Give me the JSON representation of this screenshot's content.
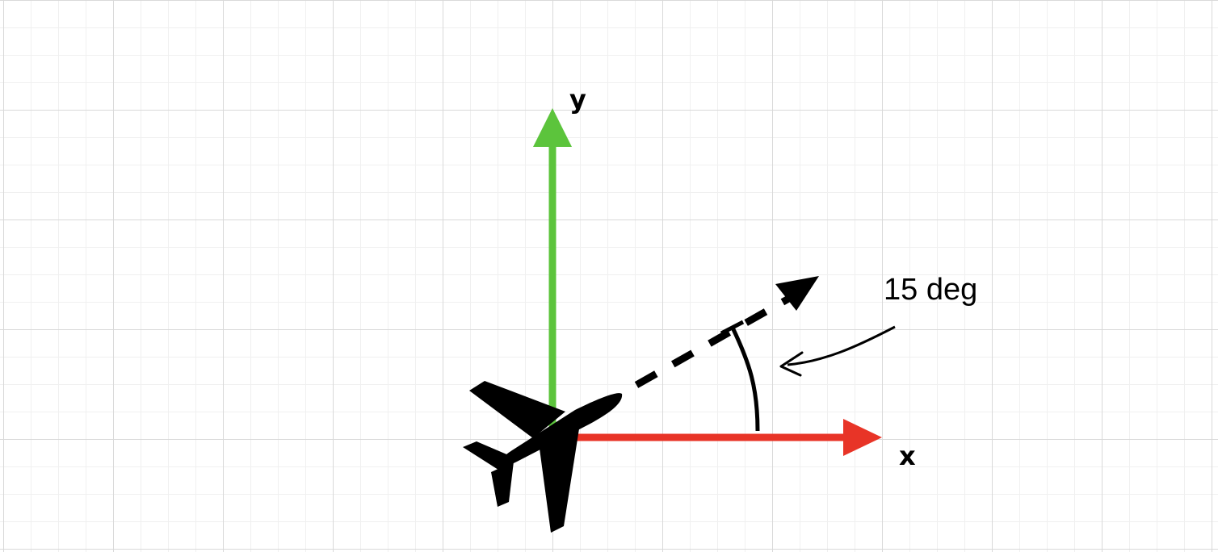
{
  "diagram": {
    "y_axis_label": "y",
    "x_axis_label": "x",
    "angle_label": "15 deg",
    "heading_angle_deg": 15,
    "colors": {
      "y_axis": "#5cc43c",
      "x_axis": "#e83427",
      "heading": "#000000",
      "aircraft": "#000000"
    },
    "icons": {
      "aircraft": "airplane-icon"
    }
  }
}
